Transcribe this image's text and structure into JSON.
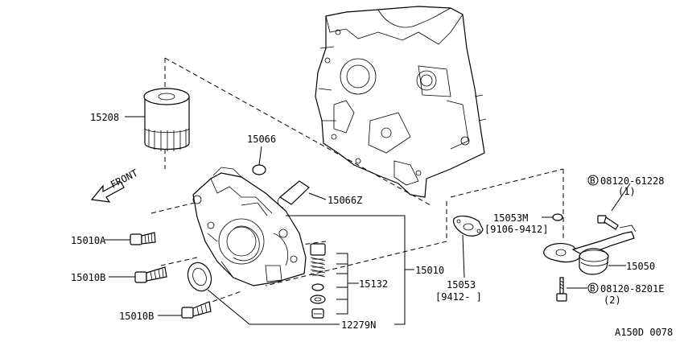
{
  "direction_label": "FRONT",
  "callouts": {
    "oil_filter": "15208",
    "o_ring": "15066",
    "oil_pump_assembly": "15010",
    "oil_pump_pipe": "15066Z",
    "bolt_a": "15010A",
    "bolt_b_upper": "15010B",
    "bolt_b_lower": "15010B",
    "relief_valve_kit": "15132",
    "seal": "12279N",
    "strainer_o_ring": "15053M",
    "strainer_o_ring_range": "[9106-9412]",
    "strainer_gasket": "15053",
    "strainer_gasket_range": "[9412-     ]",
    "strainer": "15050",
    "bolt_upper_symbol": "B",
    "bolt_upper": "08120-61228",
    "bolt_upper_qty": "(1)",
    "bolt_lower_symbol": "B",
    "bolt_lower": "08120-8201E",
    "bolt_lower_qty": "(2)"
  },
  "diagram_id": "A150D 0078"
}
